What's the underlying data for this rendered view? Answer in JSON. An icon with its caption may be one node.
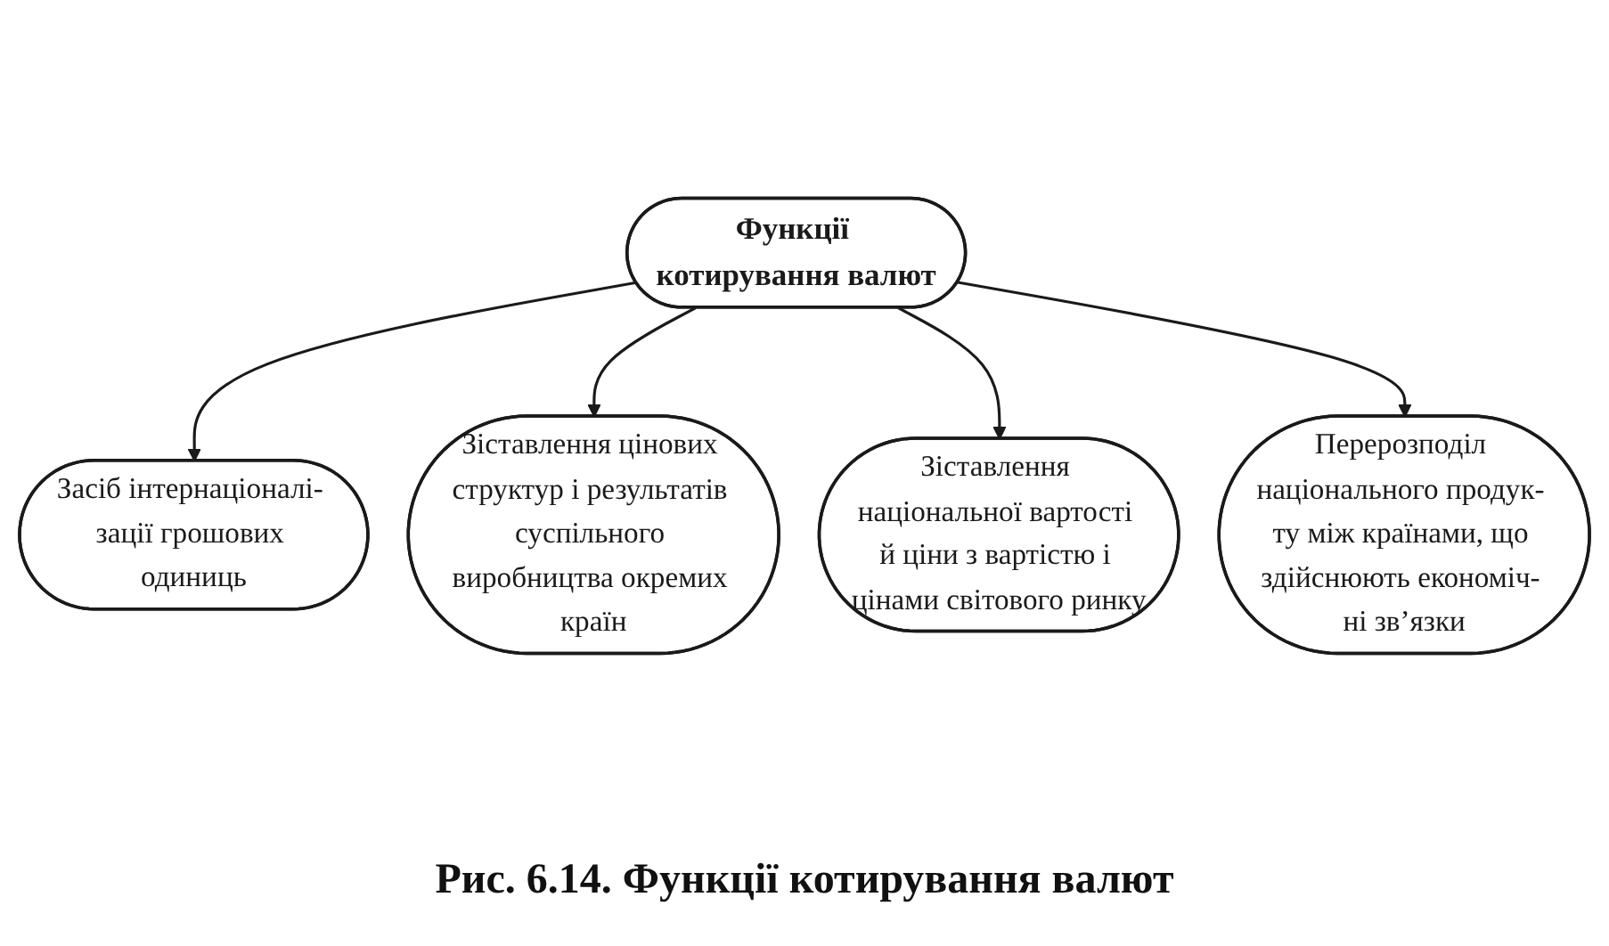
{
  "diagram": {
    "caption": "Рис. 6.14. Функції котирування валют",
    "nodes": [
      {
        "text": [
          "Засіб інтернаціоналі- зації грошових одиниць"
        ]
      },
      {
        "text": [
          "Зіставлення цінових структур і результатів суспільного виробництва окремих країн"
        ]
      },
      {
        "text": [
          "Функції котирування валют"
        ]
      },
      {
        "text": [
          "Зіставлення національної вартості й ціни з вартістю і цінами світового ринку"
        ]
      },
      {
        "text": [
          "Перерозподіл національного продук- ту між країнами, що здійснюють економіч- ні зв’язки"
        ]
      }
    ],
    "edges": [
      {
        "from": 2,
        "to": 0,
        "arrow": "to"
      },
      {
        "from": 2,
        "to": 1,
        "arrow": "to"
      },
      {
        "from": 2,
        "to": 3,
        "arrow": "to"
      },
      {
        "from": 2,
        "to": 4,
        "arrow": "to"
      }
    ]
  }
}
